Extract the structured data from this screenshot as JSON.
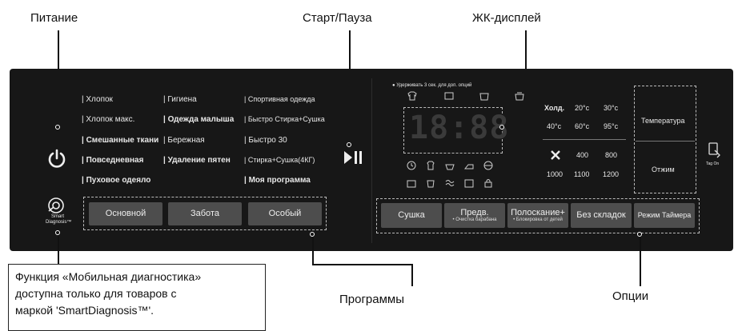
{
  "callouts": {
    "power": "Питание",
    "start_pause": "Старт/Пауза",
    "lcd": "ЖК-дисплей",
    "programs": "Программы",
    "options": "Опции",
    "smart_note_line1": "Функция «Мобильная диагностика»",
    "smart_note_line2": "доступна только для товаров с",
    "smart_note_line3": "маркой 'SmartDiagnosis™'."
  },
  "smart_diagnosis": {
    "line1": "Smart",
    "line2": "Diagnosis™"
  },
  "programs": {
    "col1": [
      "Хлопок",
      "Хлопок макс.",
      "Смешанные ткани",
      "Повседневная",
      "Пуховое одеяло"
    ],
    "col2": [
      "Гигиена",
      "Одежда малыша",
      "Бережная",
      "Удаление пятен"
    ],
    "col3": [
      "Спортивная одежда",
      "Быстро Стирка+Сушка",
      "Быстро 30",
      "Стирка+Сушка(4КГ)",
      "Моя программа"
    ]
  },
  "program_buttons": [
    "Основной",
    "Забота",
    "Особый"
  ],
  "lcd": {
    "hint": "● Удерживать 3 сек. для доп. опций",
    "digits": "18:88"
  },
  "option_buttons": [
    {
      "label": "Сушка",
      "sub": ""
    },
    {
      "label": "Предв.",
      "sub": "• Очистка барабана"
    },
    {
      "label": "Полоскание+",
      "sub": "• Блокировка от детей"
    },
    {
      "label": "Без складок",
      "sub": ""
    },
    {
      "label": "Режим Таймера",
      "sub": ""
    }
  ],
  "temperature": {
    "row1": [
      "Холд.",
      "20°с",
      "30°с"
    ],
    "row2": [
      "40°с",
      "60°с",
      "95°с"
    ],
    "label": "Температура"
  },
  "spin": {
    "row1": [
      "400",
      "800"
    ],
    "row2": [
      "1000",
      "1100",
      "1200"
    ],
    "label": "Отжим"
  },
  "tag_on": "Tag On"
}
